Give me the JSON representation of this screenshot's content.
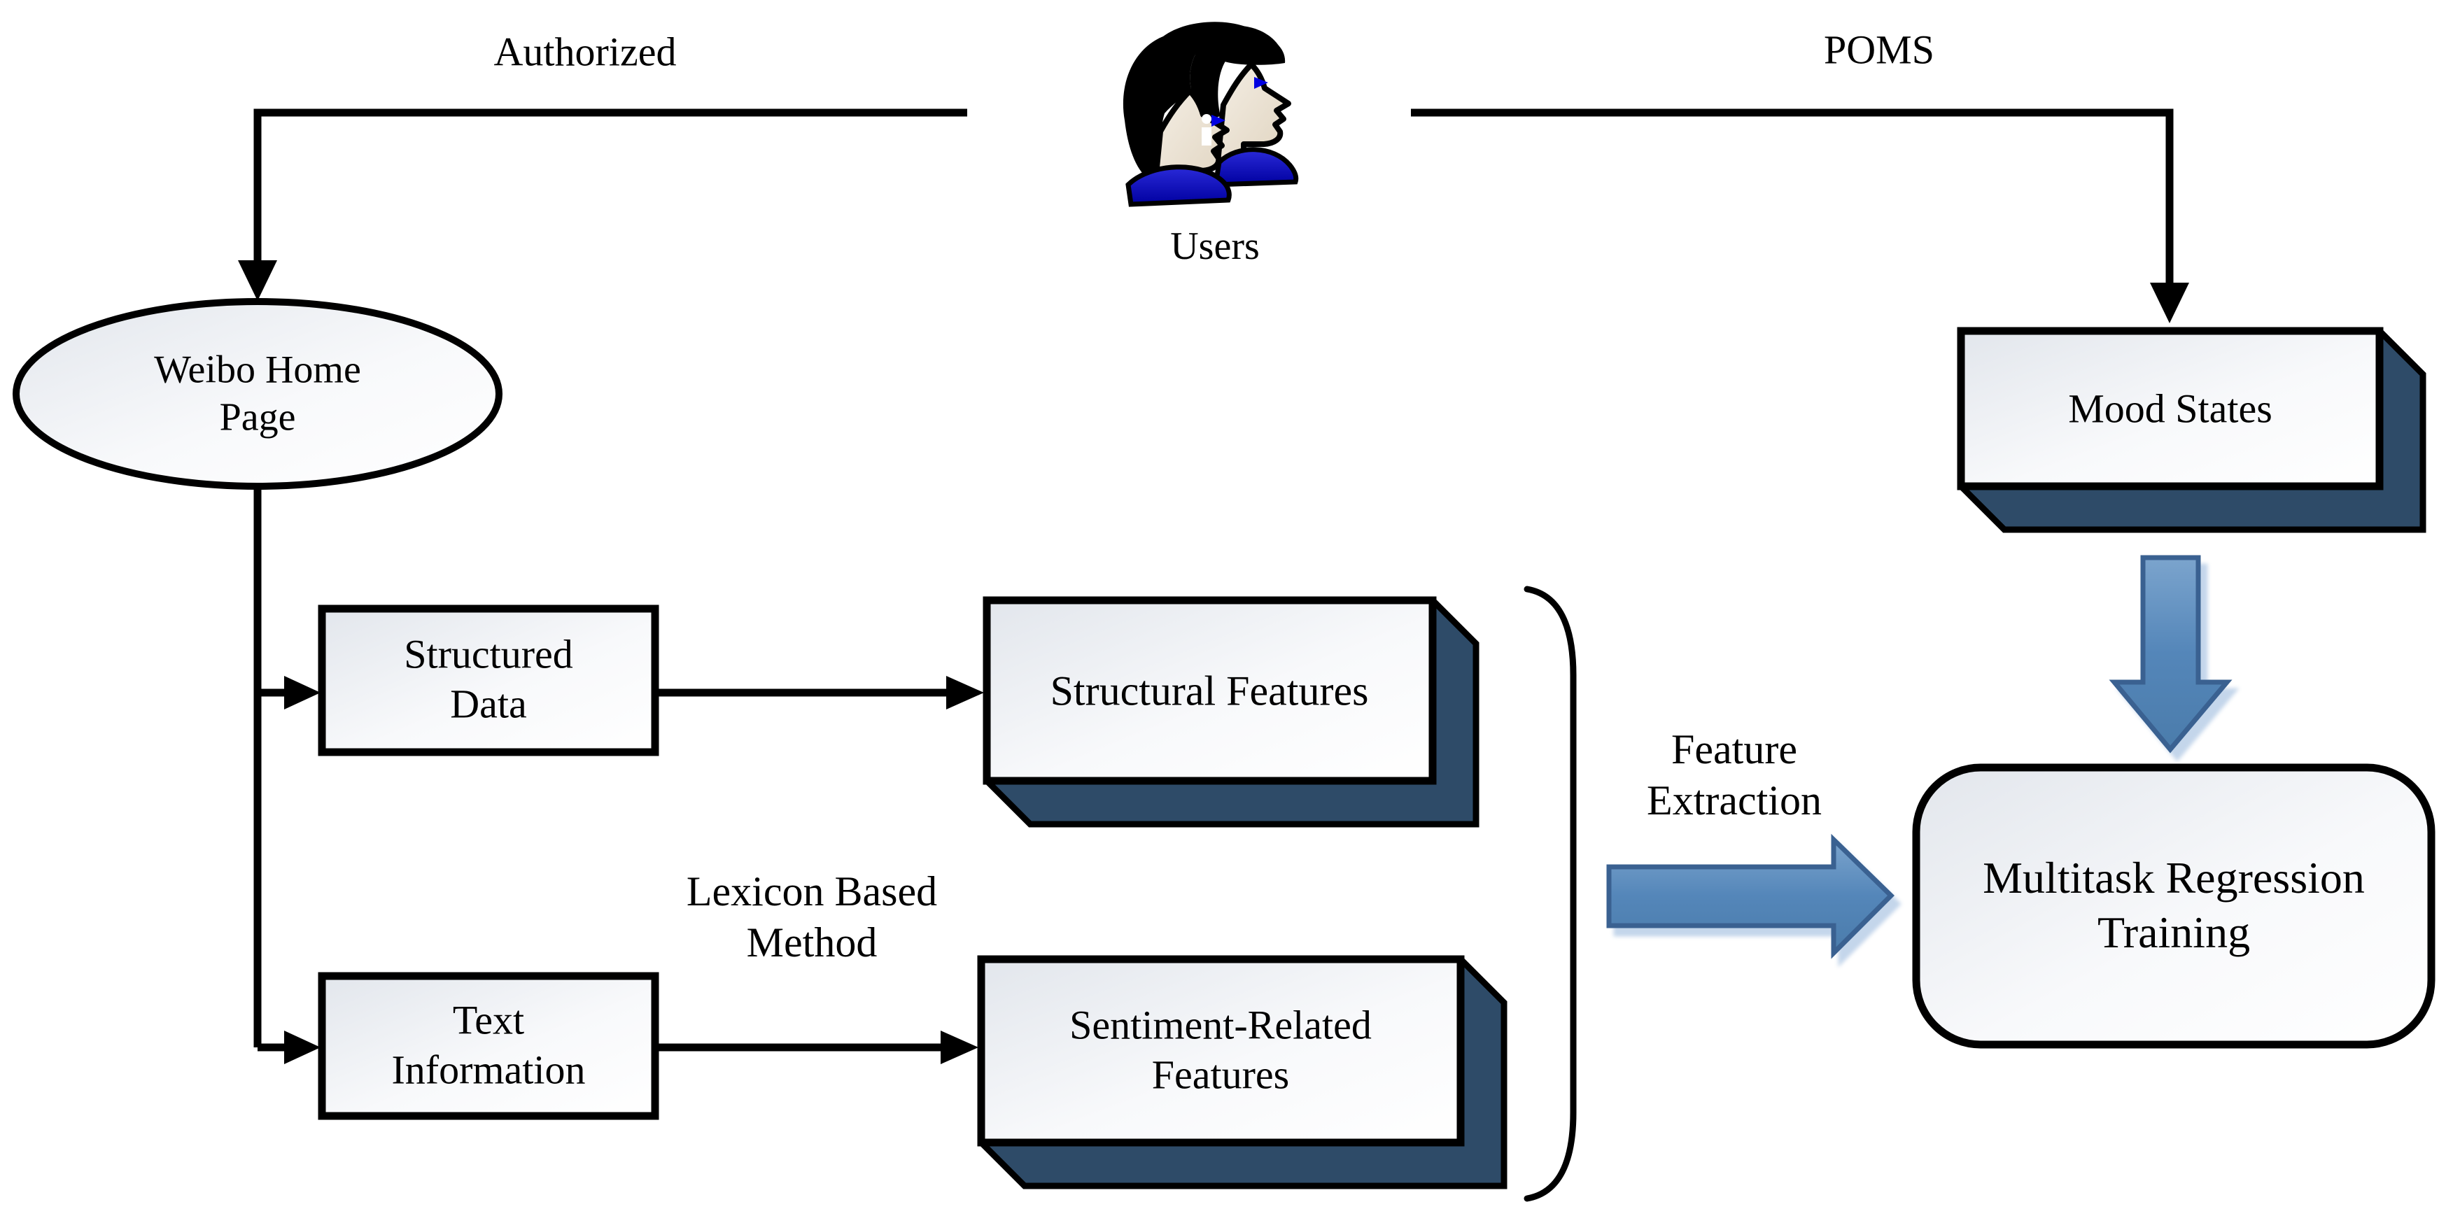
{
  "figure": {
    "type": "flow-diagram",
    "background": "#ffffff"
  },
  "labels": {
    "authorized": {
      "text": "Authorized"
    },
    "poms": {
      "text": "POMS"
    },
    "users": {
      "text": "Users"
    },
    "weibo_home_page": {
      "lines": [
        "Weibo Home",
        "Page"
      ]
    },
    "mood_states": {
      "text": "Mood States"
    },
    "structured_data": {
      "lines": [
        "Structured",
        "Data"
      ]
    },
    "structural_features": {
      "text": "Structural Features"
    },
    "lexicon_based_method": {
      "lines": [
        "Lexicon Based",
        "Method"
      ]
    },
    "text_information": {
      "lines": [
        "Text",
        "Information"
      ]
    },
    "sentiment_related_features": {
      "lines": [
        "Sentiment-Related",
        "Features"
      ]
    },
    "feature_extraction": {
      "lines": [
        "Feature",
        "Extraction"
      ]
    },
    "multitask_regression_training": {
      "lines": [
        "Multitask Regression",
        "Training"
      ]
    }
  },
  "icons": {
    "users_icon": "two-person-profile"
  },
  "colors": {
    "connector_line": "#000000",
    "box_border": "#000000",
    "box_fill_top_left": "#e4e7ed",
    "box_fill_bottom_right": "#ffffff",
    "shadow_3d": "#2e4b68",
    "block_arrow_fill": "#5486b9",
    "block_arrow_border": "#3a6191",
    "shirt_blue": "#1818d0",
    "face_tone": "#efe7da",
    "hair_black": "#000000",
    "eye_blue": "#0000e0"
  }
}
